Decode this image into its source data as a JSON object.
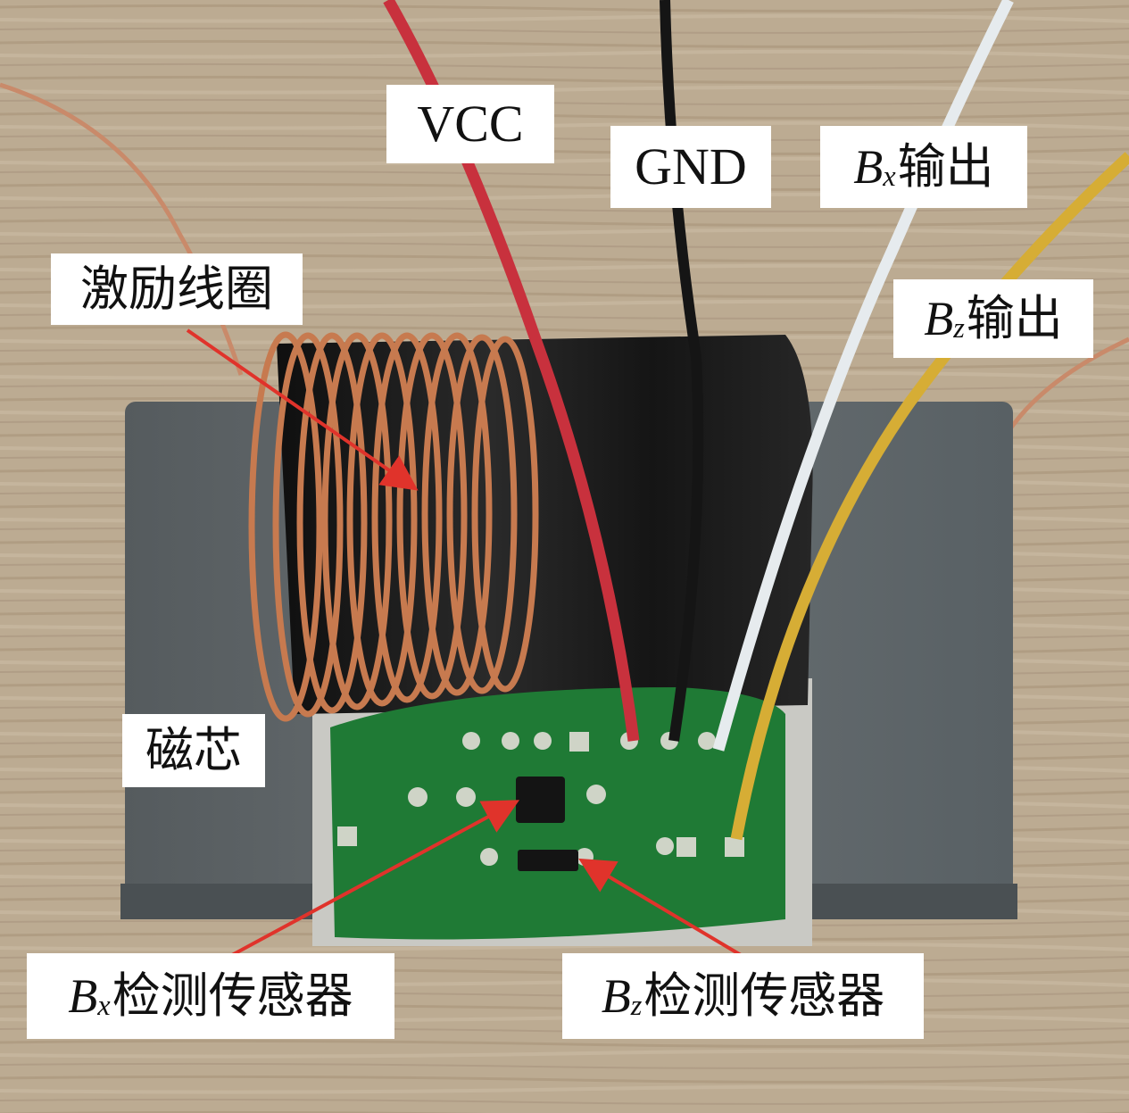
{
  "labels": {
    "vcc": "VCC",
    "gnd": "GND",
    "bx_output": {
      "symbol": "B",
      "subscript": "x",
      "text": "输出"
    },
    "bz_output": {
      "symbol": "B",
      "subscript": "z",
      "text": "输出"
    },
    "excitation_coil": "激励线圈",
    "magnetic_core": "磁芯",
    "bx_sensor": {
      "symbol": "B",
      "subscript": "x",
      "text": "检测传感器"
    },
    "bz_sensor": {
      "symbol": "B",
      "subscript": "z",
      "text": "检测传感器"
    }
  },
  "colors": {
    "background_wood": "#b9a88e",
    "core_gray": "#5f6568",
    "coil_copper": "#c77a4f",
    "tape_black": "#1b1b1b",
    "pcb_green": "#1f7a35",
    "wire_red": "#c8313d",
    "wire_black": "#151515",
    "wire_white": "#e6ebee",
    "wire_yellow": "#d6ad35",
    "arrow_red": "#e0332b"
  }
}
